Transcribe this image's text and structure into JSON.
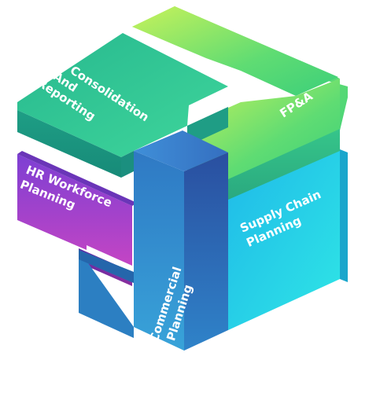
{
  "diagram": {
    "blocks": [
      {
        "id": "consolidation",
        "lines": [
          "Consolidation",
          "And",
          "Reporting"
        ],
        "color": "#2ec79f"
      },
      {
        "id": "fpa",
        "lines": [
          "FP&A"
        ],
        "color": "#5fdb7a"
      },
      {
        "id": "hr",
        "lines": [
          "HR Workforce",
          "Planning"
        ],
        "color": "#9c3fd6"
      },
      {
        "id": "supply",
        "lines": [
          "Supply Chain",
          "Planning"
        ],
        "color": "#22c7e8"
      },
      {
        "id": "commercial",
        "lines": [
          "Commercial",
          "Planning"
        ],
        "color": "#2f78c0"
      }
    ]
  }
}
